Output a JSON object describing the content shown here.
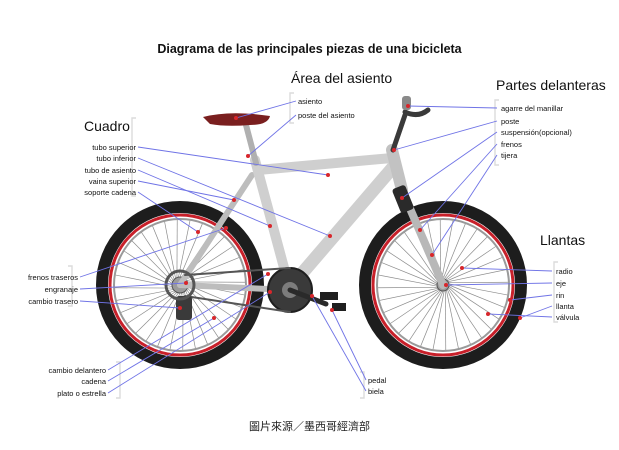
{
  "title": "Diagrama de las principales piezas de una bicicleta",
  "caption": "圖片來源／墨西哥經濟部",
  "sections": {
    "cuadro": "Cuadro",
    "asiento": "Área del asiento",
    "delanteras": "Partes delanteras",
    "llantas": "Llantas"
  },
  "labels": {
    "asiento": "asiento",
    "poste_asiento": "poste del asiento",
    "tubo_superior": "tubo superior",
    "tubo_inferior": "tubo inferior",
    "tubo_asiento": "tubo de asiento",
    "vaina_superior": "vaina superior",
    "soporte_cadena": "soporte cadena",
    "agarre": "agarre del manillar",
    "poste": "poste",
    "suspension": "suspensión(opcional)",
    "frenos": "frenos",
    "tijera": "tijera",
    "radio": "radio",
    "eje": "eje",
    "rin": "rin",
    "llanta": "llanta",
    "valvula": "válvula",
    "frenos_traseros": "frenos traseros",
    "engranaje": "engranaje",
    "cambio_trasero": "cambio trasero",
    "cambio_delantero": "cambio delantero",
    "cadena": "cadena",
    "plato": "plato o estrella",
    "pedal": "pedal",
    "biela": "biela"
  },
  "colors": {
    "leader": "#6f73e6",
    "marker": "#d8262b",
    "frame": "#c9c9c9",
    "tire": "#1d1d1d",
    "rim_accent": "#c8202a",
    "saddle": "#7a1f1f"
  }
}
